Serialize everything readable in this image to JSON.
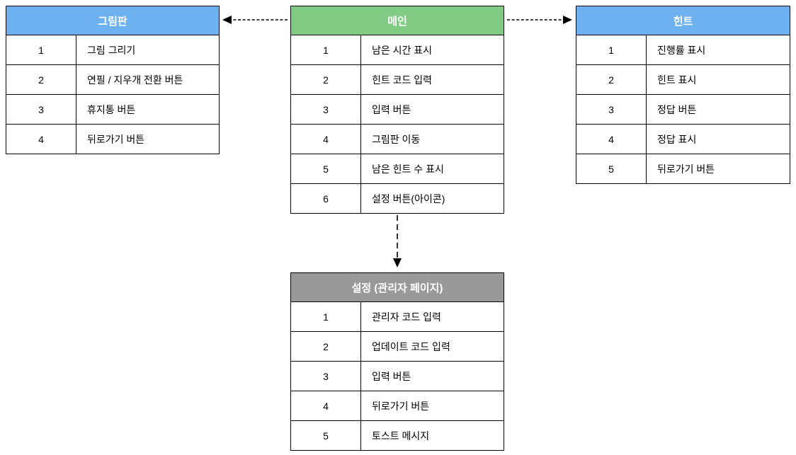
{
  "colors": {
    "blue_header": "#6EB1F0",
    "green_header": "#81CB84",
    "gray_header": "#999999",
    "border": "#000000",
    "header_text": "#FFFFFF"
  },
  "tables": {
    "paint": {
      "title": "그림판",
      "header_color": "#6EB1F0",
      "rows": [
        {
          "num": "1",
          "label": "그림 그리기"
        },
        {
          "num": "2",
          "label": "연필 / 지우개 전환 버튼"
        },
        {
          "num": "3",
          "label": "휴지통 버튼"
        },
        {
          "num": "4",
          "label": "뒤로가기 버튼"
        }
      ]
    },
    "main": {
      "title": "메인",
      "header_color": "#81CB84",
      "rows": [
        {
          "num": "1",
          "label": "남은 시간 표시"
        },
        {
          "num": "2",
          "label": "힌트 코드 입력"
        },
        {
          "num": "3",
          "label": "입력 버튼"
        },
        {
          "num": "4",
          "label": "그림판 이동"
        },
        {
          "num": "5",
          "label": "남은 힌트 수 표시"
        },
        {
          "num": "6",
          "label": "설정 버튼(아이콘)"
        }
      ]
    },
    "hint": {
      "title": "힌트",
      "header_color": "#6EB1F0",
      "rows": [
        {
          "num": "1",
          "label": "진행률 표시"
        },
        {
          "num": "2",
          "label": "힌트 표시"
        },
        {
          "num": "3",
          "label": "정답 버튼"
        },
        {
          "num": "4",
          "label": "정답 표시"
        },
        {
          "num": "5",
          "label": "뒤로가기 버튼"
        }
      ]
    },
    "settings": {
      "title": "설정 (관리자 페이지)",
      "header_color": "#999999",
      "rows": [
        {
          "num": "1",
          "label": "관리자 코드 입력"
        },
        {
          "num": "2",
          "label": "업데이트 코드 입력"
        },
        {
          "num": "3",
          "label": "입력 버튼"
        },
        {
          "num": "4",
          "label": "뒤로가기 버튼"
        },
        {
          "num": "5",
          "label": "토스트 메시지"
        }
      ]
    }
  },
  "arrows": [
    {
      "id": "main-to-paint",
      "direction": "left",
      "style": "dashed"
    },
    {
      "id": "main-to-hint",
      "direction": "right",
      "style": "dashed"
    },
    {
      "id": "main-to-settings",
      "direction": "down",
      "style": "dashed"
    }
  ]
}
